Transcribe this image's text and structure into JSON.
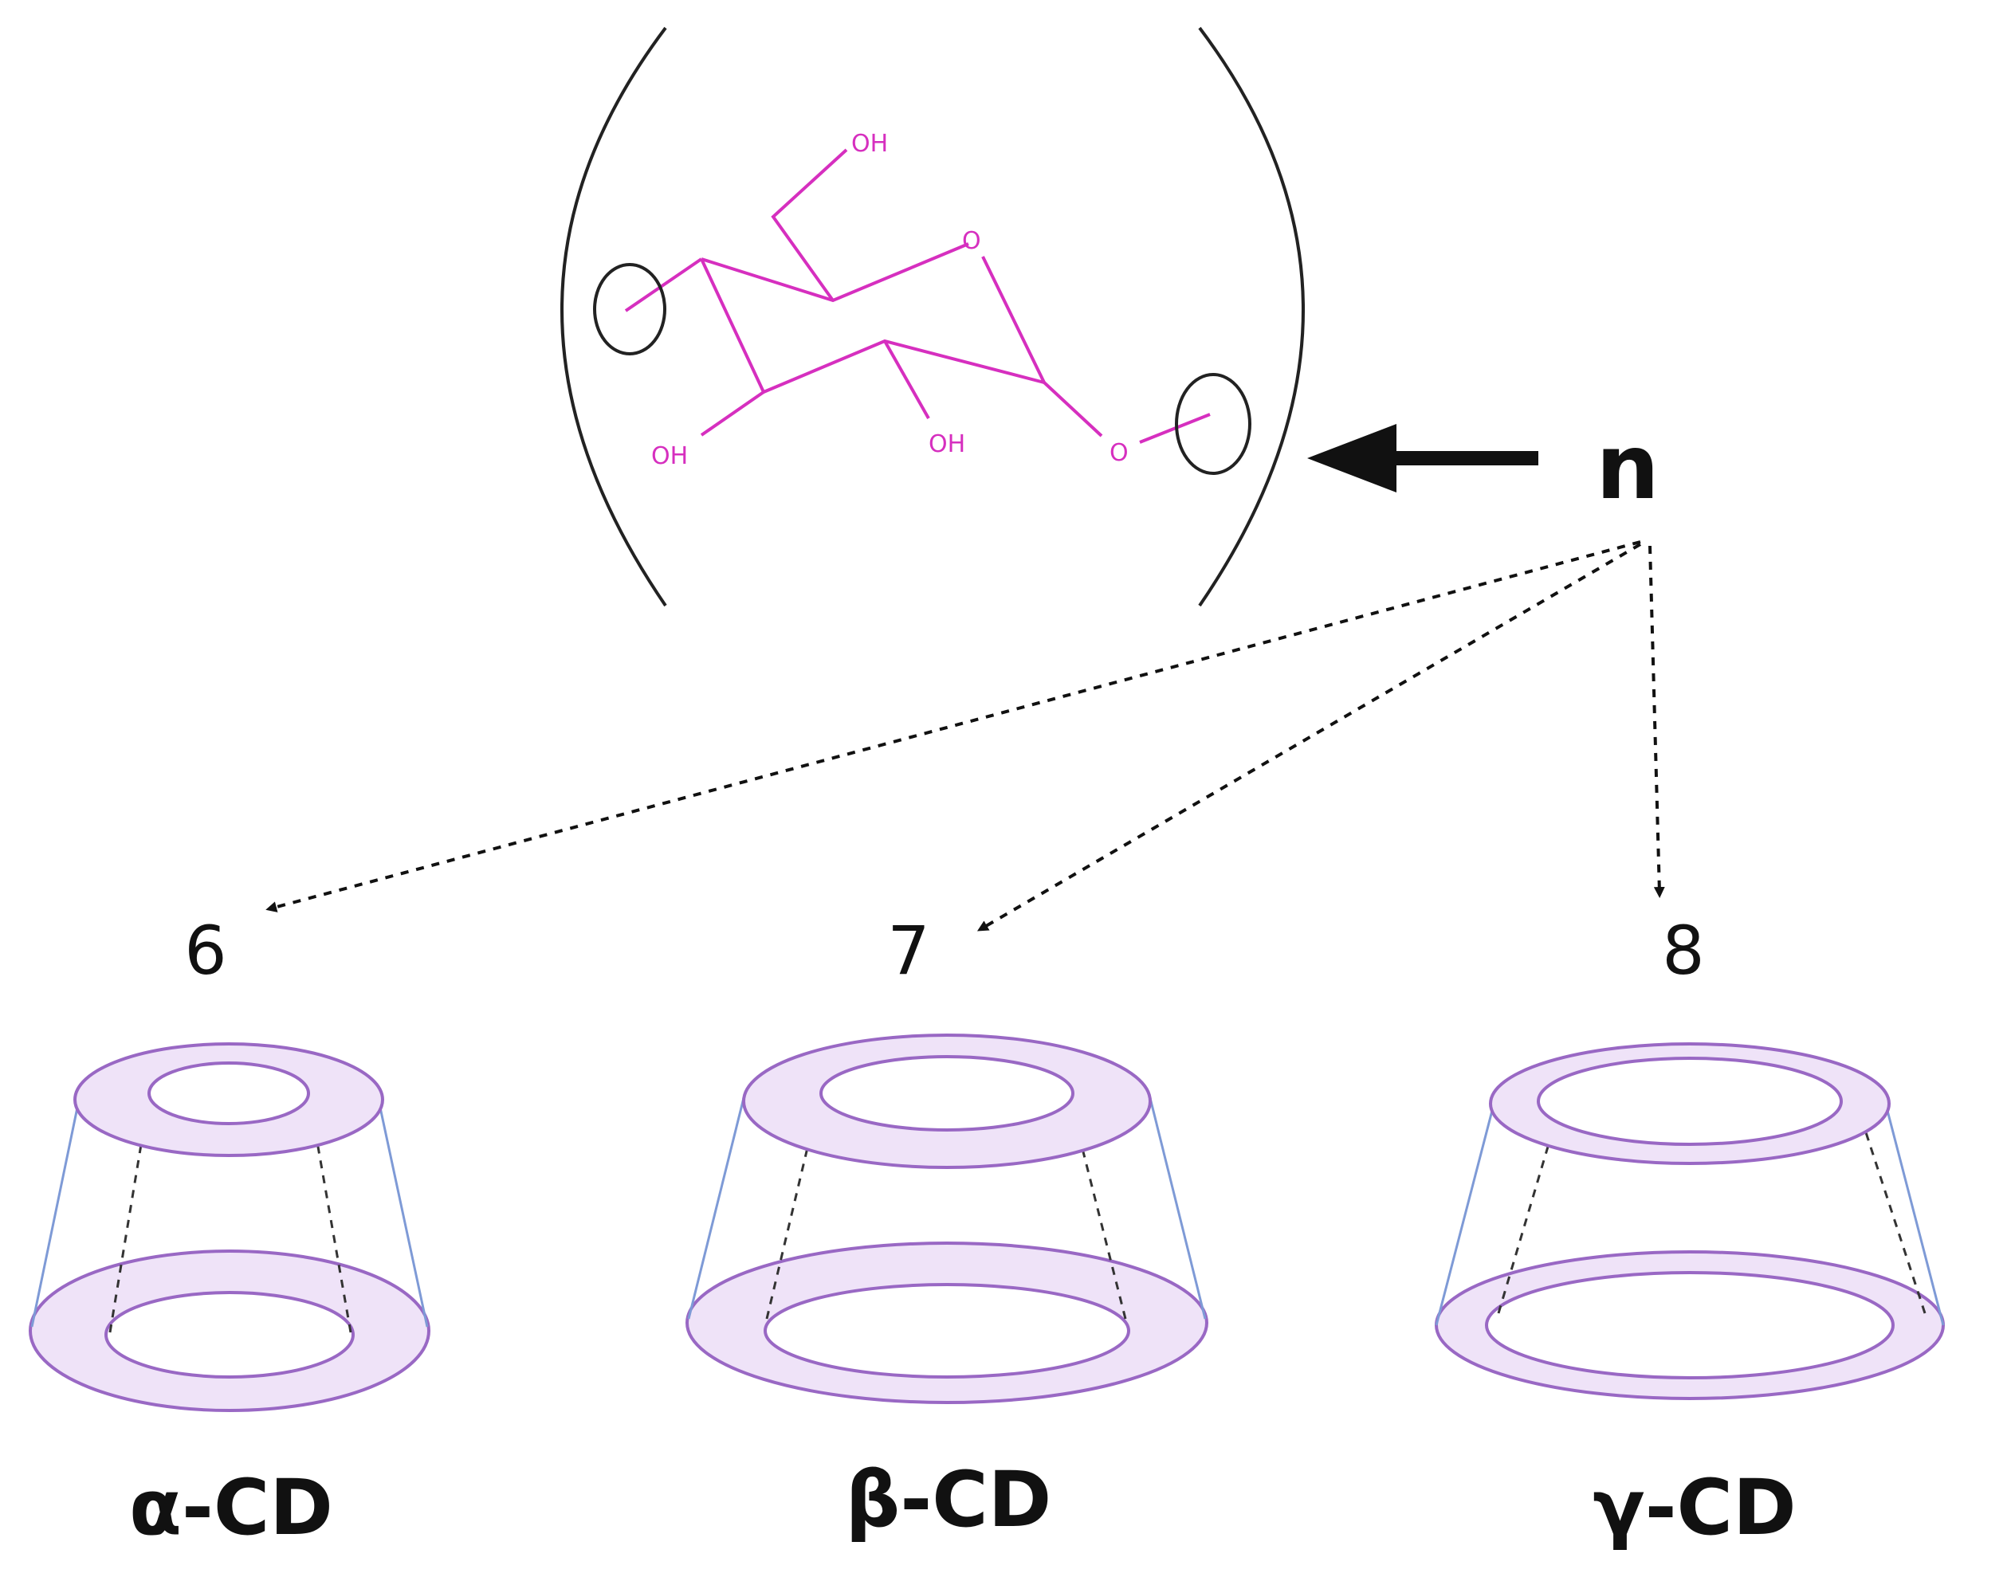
{
  "structure": {
    "hydroxyl_top": "OH",
    "ring_oxygen": "O",
    "hydroxyl_left": "OH",
    "hydroxyl_middle": "OH",
    "glycosidic_oxygen": "O"
  },
  "repeat_label": "n",
  "cyclodextrins": [
    {
      "count": "6",
      "name": "α-CD"
    },
    {
      "count": "7",
      "name": "β-CD"
    },
    {
      "count": "8",
      "name": "γ-CD"
    }
  ],
  "colors": {
    "structure": "#d62fbf",
    "torus_fill": "#efe3f8",
    "torus_stroke": "#9968c4",
    "side_line": "#7e9ad6",
    "ink": "#111111"
  }
}
